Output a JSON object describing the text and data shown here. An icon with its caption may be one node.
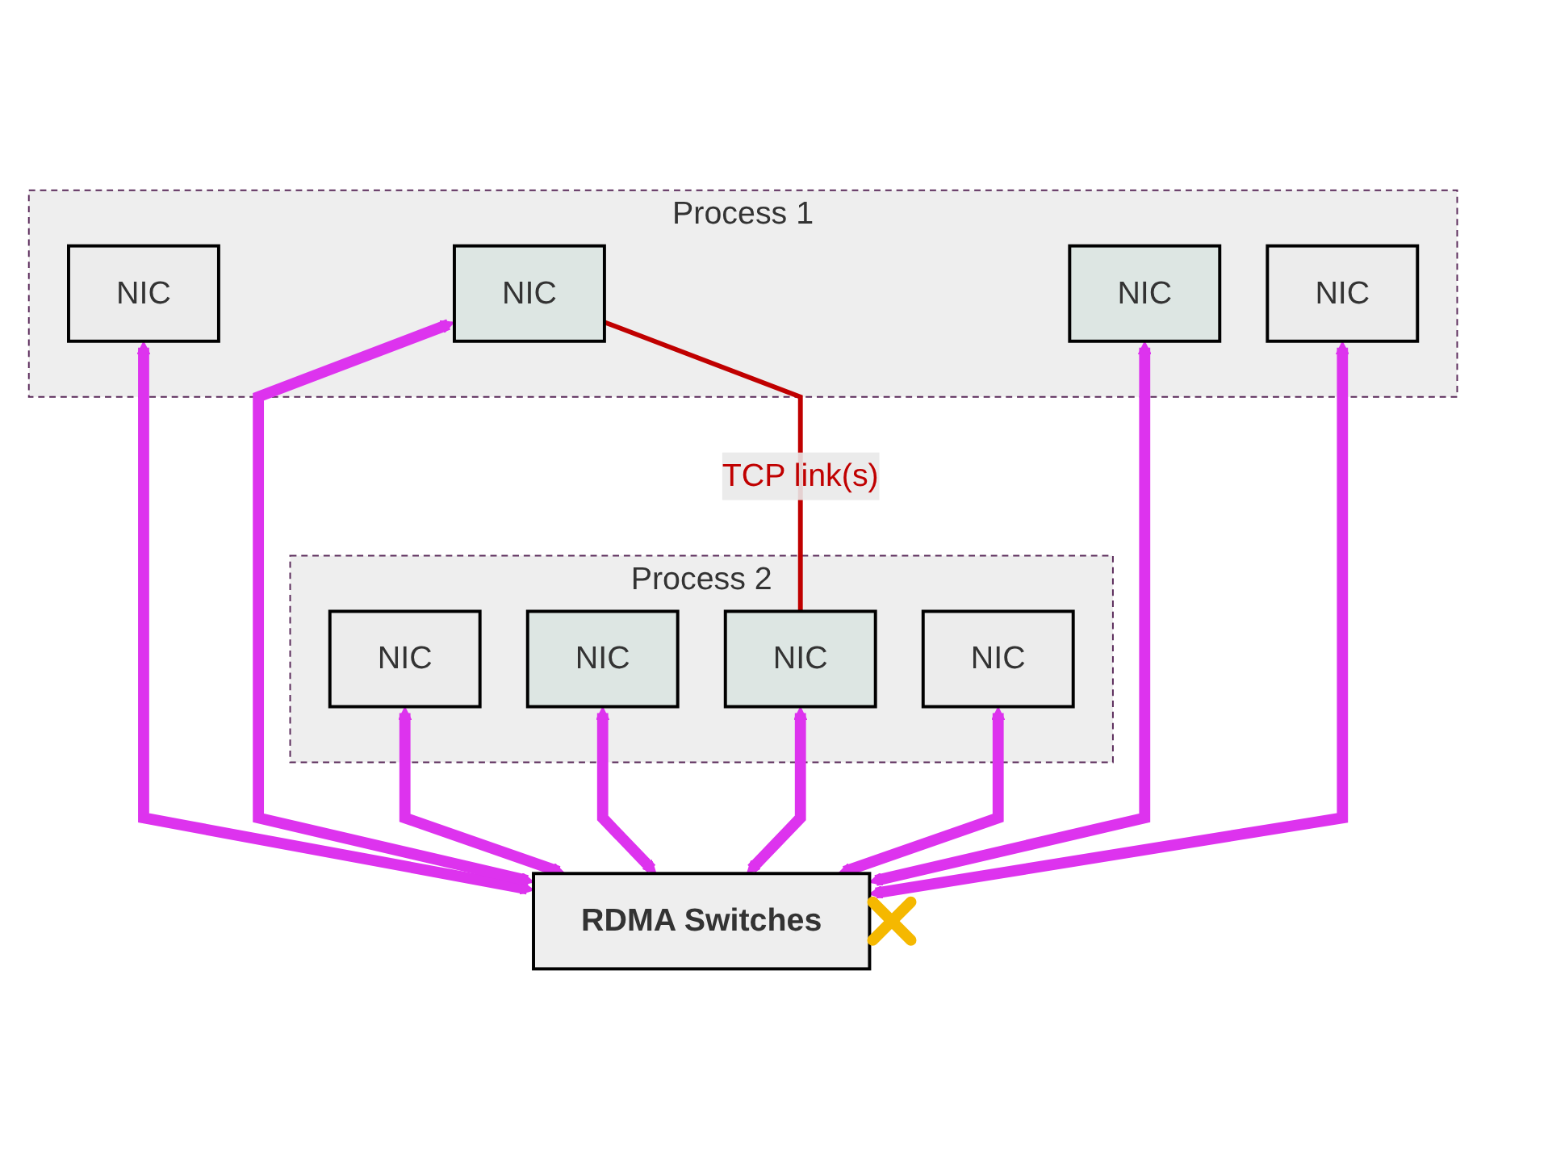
{
  "diagram": {
    "nodes": [
      {
        "text": [
          "Process 1"
        ]
      },
      {
        "text": [
          "NIC"
        ],
        "in": 0
      },
      {
        "text": [
          "NIC"
        ],
        "in": 0
      },
      {
        "text": [
          "NIC"
        ],
        "in": 0
      },
      {
        "text": [
          "NIC"
        ],
        "in": 0
      },
      {
        "text": [
          "Process 2"
        ]
      },
      {
        "text": [
          "NIC"
        ],
        "in": 5
      },
      {
        "text": [
          "NIC"
        ],
        "in": 5
      },
      {
        "text": [
          "NIC"
        ],
        "in": 5
      },
      {
        "text": [
          "NIC"
        ],
        "in": 5
      },
      {
        "text": [
          "RDMA Switches"
        ]
      }
    ],
    "edges": [
      {
        "from": 1,
        "to": 10,
        "arrow": "both"
      },
      {
        "from": 2,
        "to": 10,
        "arrow": "both"
      },
      {
        "from": 3,
        "to": 10,
        "arrow": "both"
      },
      {
        "from": 4,
        "to": 10,
        "arrow": "both"
      },
      {
        "from": 6,
        "to": 10,
        "arrow": "both"
      },
      {
        "from": 7,
        "to": 10,
        "arrow": "both"
      },
      {
        "from": 8,
        "to": 10,
        "arrow": "both"
      },
      {
        "from": 9,
        "to": 10,
        "arrow": "both"
      },
      {
        "from": 2,
        "to": 8,
        "arrow": "none",
        "label": "TCP link(s)",
        "color": "#c00000"
      }
    ]
  }
}
